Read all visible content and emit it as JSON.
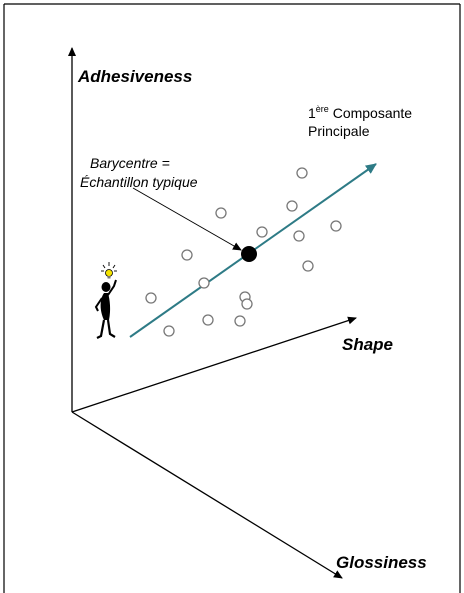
{
  "axes": {
    "adhesiveness": "Adhesiveness",
    "shape": "Shape",
    "glossiness": "Glossiness"
  },
  "component": {
    "prefix": "1",
    "superscript": "ère",
    "line1_rest": " Composante",
    "line2": "Principale"
  },
  "barycentre": {
    "line1": "Barycentre =",
    "line2": "Échantillon typique"
  },
  "colors": {
    "axis": "#000000",
    "component_arrow": "#2e7b86",
    "point_outline": "#777777",
    "barycentre_fill": "#000000"
  },
  "icons": {
    "figure": "person-with-lightbulb-icon"
  }
}
